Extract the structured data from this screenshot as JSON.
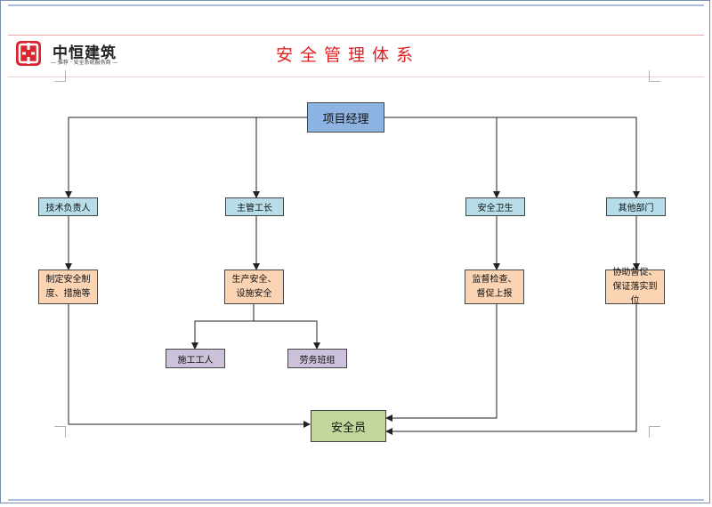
{
  "header": {
    "logo_name": "中恒建筑",
    "logo_tagline": "— 推荐 · 安全系统服务商 —",
    "title": "安全管理体系"
  },
  "diagram": {
    "root": "项目经理",
    "roles": {
      "tech_lead": "技术负责人",
      "foreman": "主管工长",
      "safety_health": "安全卫生",
      "other_depts": "其他部门"
    },
    "duties": {
      "tech_lead": "制定安全制度、措施等",
      "foreman": "生产安全、设施安全",
      "safety_health": "监督检查、督促上报",
      "other_depts": "协助督促、保证落实到位"
    },
    "teams": {
      "workers": "施工工人",
      "labor_group": "劳务班组"
    },
    "sink": "安全员"
  }
}
